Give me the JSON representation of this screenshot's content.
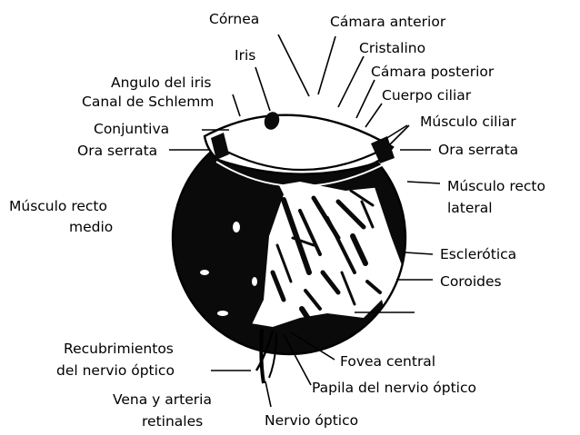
{
  "labels": {
    "cornea": "Córnea",
    "camara_anterior": "Cámara anterior",
    "iris": "Iris",
    "cristalino": "Cristalino",
    "angulo_iris": "Angulo del iris",
    "camara_posterior": "Cámara posterior",
    "canal_schlemm": "Canal de Schlemm",
    "cuerpo_ciliar": "Cuerpo ciliar",
    "conjuntiva": "Conjuntiva",
    "musculo_ciliar": "Músculo ciliar",
    "ora_serrata_left": "Ora serrata",
    "ora_serrata_right": "Ora serrata",
    "musculo_recto_medio_1": "Músculo recto",
    "musculo_recto_medio_2": "medio",
    "musculo_recto_lateral_1": "Músculo recto",
    "musculo_recto_lateral_2": "lateral",
    "esclerotica": "Esclerótica",
    "coroides": "Coroides",
    "recubrimientos_1": "Recubrimientos",
    "recubrimientos_2": "del nervio óptico",
    "fovea": "Fovea central",
    "papila": "Papila del nervio óptico",
    "vena_arteria_1": "Vena y arteria",
    "vena_arteria_2": "retinales",
    "nervio_optico": "Nervio óptico"
  },
  "colors": {
    "ink": "#000000",
    "paper": "#ffffff"
  }
}
